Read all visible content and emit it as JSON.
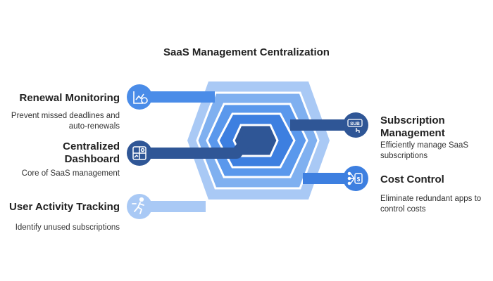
{
  "title": "SaaS Management Centralization",
  "left_items": [
    {
      "heading": "Renewal Monitoring",
      "description": "Prevent missed deadlines and auto-renewals",
      "icon": "calendar-refresh-icon"
    },
    {
      "heading": "Centralized Dashboard",
      "description": "Core of SaaS management",
      "icon": "dashboard-icon"
    },
    {
      "heading": "User Activity Tracking",
      "description": "Identify unused subscriptions",
      "icon": "running-person-icon"
    }
  ],
  "right_items": [
    {
      "heading": "Subscription Management",
      "description": "Efficiently manage SaaS subscriptions",
      "icon": "sub-hand-icon"
    },
    {
      "heading": "Cost Control",
      "description": "Eliminate redundant apps to control costs",
      "icon": "cost-flow-icon"
    }
  ],
  "colors": {
    "outer_hex": "#a9c9f5",
    "ring_2": "#7fb0f0",
    "ring_3": "#5a98ec",
    "ring_4": "#3d7fe0",
    "center_core": "#2f5696",
    "connector_dark": "#2f5696",
    "connector_blue": "#4a8ce8",
    "connector_light": "#a9c9f5",
    "text": "#222222"
  }
}
